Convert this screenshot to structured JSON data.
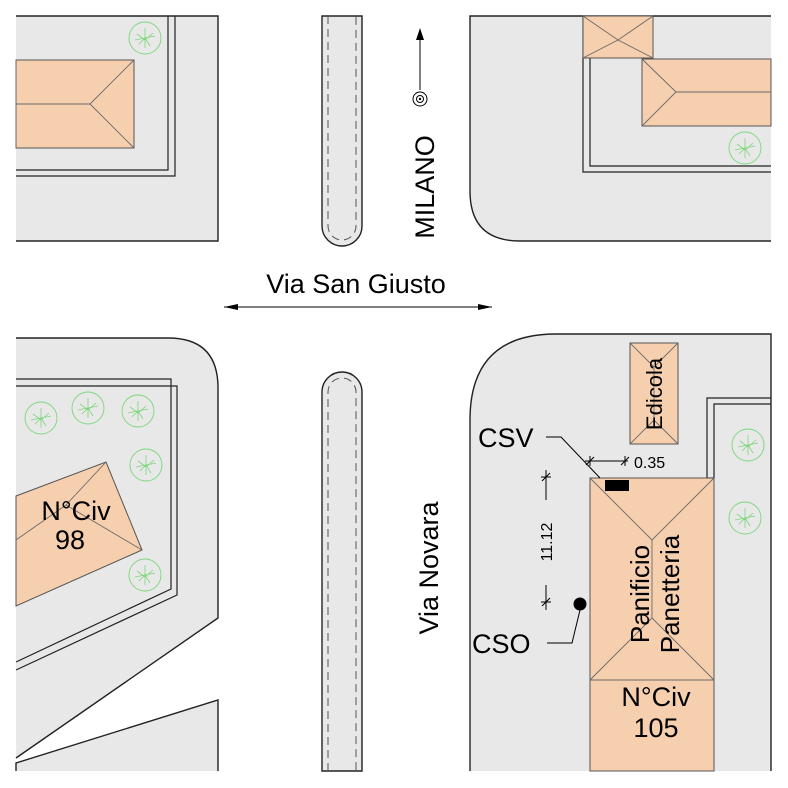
{
  "streets": {
    "horizontal": "Via San Giusto",
    "vertical": "Via Novara",
    "direction": "MILANO"
  },
  "buildings": {
    "kiosk": "Edicola",
    "shop_line1": "Panificio",
    "shop_line2": "Panetteria",
    "civic_right_line1": "N°Civ",
    "civic_right_line2": "105",
    "civic_left_line1": "N°Civ",
    "civic_left_line2": "98"
  },
  "labels": {
    "csv": "CSV",
    "cso": "CSO"
  },
  "dimensions": {
    "vertical": "11.12",
    "horizontal": "0.35"
  },
  "colors": {
    "pavement": "#e8e8e8",
    "building": "#f5cfae",
    "tree": "#7bd67b",
    "line": "#222222"
  }
}
